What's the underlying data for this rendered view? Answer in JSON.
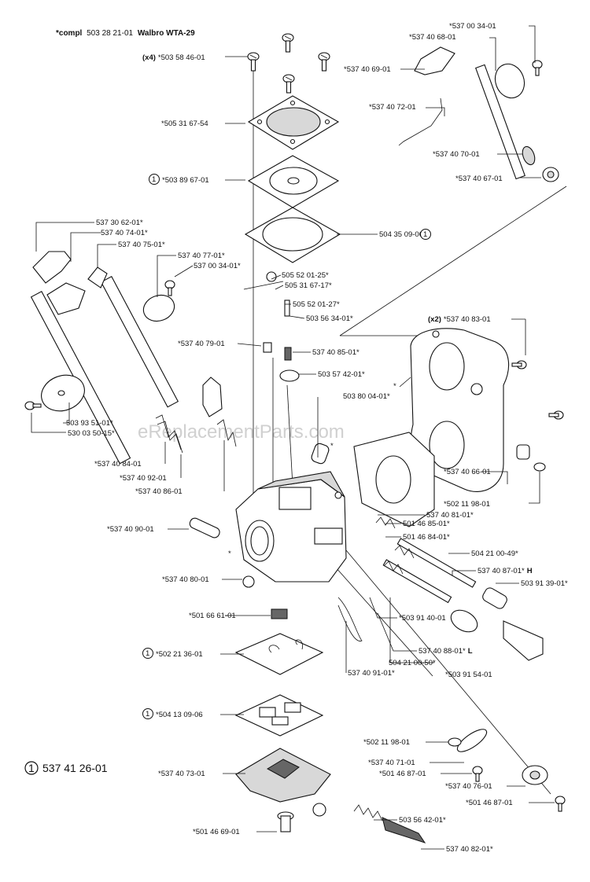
{
  "header": {
    "compl_prefix": "*compl",
    "compl_number": "503 28 21-01",
    "compl_model": "Walbro WTA-29"
  },
  "watermark": "eReplacementParts.com",
  "kit_note": {
    "marker": "1",
    "number": "537 41 26-01"
  },
  "labels": {
    "l01": "*537 00 34-01",
    "l02": "*537 40 68-01",
    "l03": "*537 40 69-01",
    "l04": "*537 40 72-01",
    "l05": "*537 40 70-01",
    "l06": "*537 40 67-01",
    "l07_qty": "(x4)",
    "l07": "*503 58 46-01",
    "l08": "*505 31 67-54",
    "l09_marker": "1",
    "l09": "*503 89 67-01",
    "l10": "504 35 09-06*",
    "l10_marker": "1",
    "l11": "537 30 62-01*",
    "l12": "537 40 74-01*",
    "l13": "537 40 75-01*",
    "l14": "537 40 77-01*",
    "l15": "537 00 34-01*",
    "l16": "505 52 01-25*",
    "l17": "505 31 67-17*",
    "l18": "505 52 01-27*",
    "l19": "503 56 34-01*",
    "l20": "*537 40 79-01",
    "l21": "537 40 85-01*",
    "l22": "503 57 42-01*",
    "l23_qty": "(x2)",
    "l23": "*537 40 83-01",
    "l24": "*",
    "l25": "503 80 04-01*",
    "l26": "503 93 51-01*",
    "l27": "530 03 50-15*",
    "l28": "*537 40 84-01",
    "l29": "*537 40 92-01",
    "l30": "*537 40 86-01",
    "l31": "*",
    "l32": "*537 40 66-01",
    "l33": "*502 11 98-01",
    "l34": "537 40 81-01*",
    "l35": "*537 40 90-01",
    "l36": "*",
    "l37": "501 46 85-01*",
    "l38": "501 46 84-01*",
    "l39": "504 21 00-49*",
    "l40": "*537 40 80-01",
    "l41": "537 40 87-01*",
    "l41_suffix": "H",
    "l42": "503 91 39-01*",
    "l43": "*501 66 61-01",
    "l44": "*503 91 40-01",
    "l45": "537 40 88-01*",
    "l45_suffix": "L",
    "l46_marker": "1",
    "l46": "*502 21 36-01",
    "l47": "504 21 00-50*",
    "l48": "537 40 91-01*",
    "l49": "*503 91 54-01",
    "l50_marker": "1",
    "l50": "*504 13 09-06",
    "l51": "*502 11 98-01",
    "l52": "*537 40 71-01",
    "l53": "*501 46 87-01",
    "l54": "*537 40 73-01",
    "l55": "*537 40 76-01",
    "l56": "*501 46 87-01",
    "l57": "503 56 42-01*",
    "l58": "*501 46 69-01",
    "l59": "537 40 82-01*"
  }
}
